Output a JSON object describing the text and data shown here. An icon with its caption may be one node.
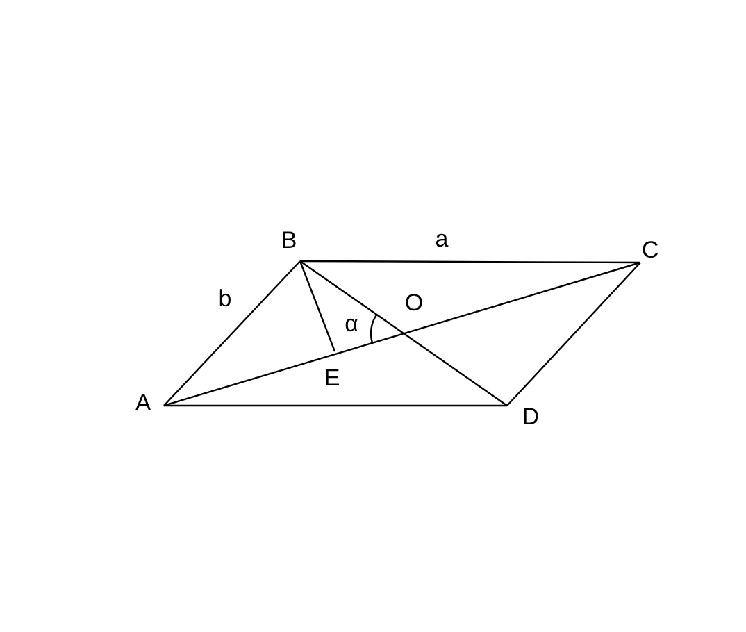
{
  "diagram": {
    "labels": [
      "B",
      "a",
      "C",
      "b",
      "O",
      "α",
      "A",
      "E",
      "D"
    ]
  }
}
